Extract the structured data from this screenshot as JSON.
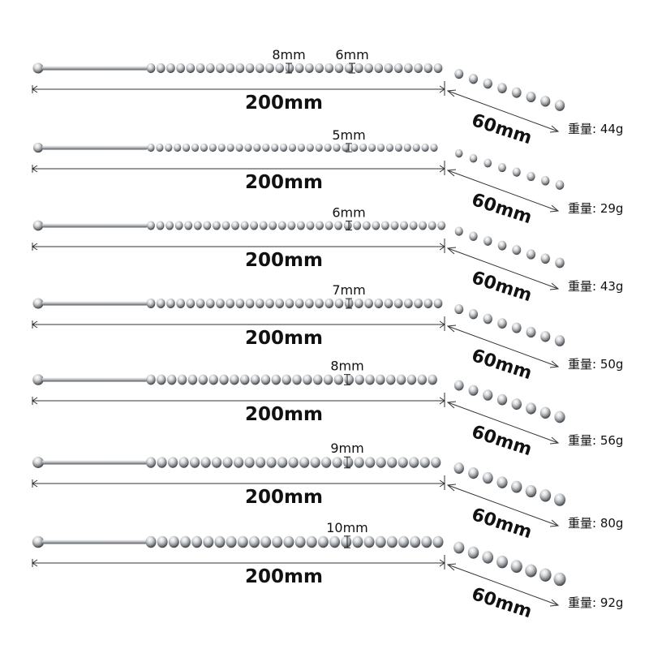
{
  "items": [
    {
      "size_labels": [
        "8mm",
        "6mm"
      ],
      "length_label": "200mm",
      "tip_label": "60mm",
      "weight_label": "重量:  44g",
      "bead_scale": 0.7
    },
    {
      "size_labels": [
        "5mm"
      ],
      "length_label": "200mm",
      "tip_label": "60mm",
      "weight_label": "重量:  29g",
      "bead_scale": 0.5
    },
    {
      "size_labels": [
        "6mm"
      ],
      "length_label": "200mm",
      "tip_label": "60mm",
      "weight_label": "重量:  43g",
      "bead_scale": 0.6
    },
    {
      "size_labels": [
        "7mm"
      ],
      "length_label": "200mm",
      "tip_label": "60mm",
      "weight_label": "重量:  50g",
      "bead_scale": 0.7
    },
    {
      "size_labels": [
        "8mm"
      ],
      "length_label": "200mm",
      "tip_label": "60mm",
      "weight_label": "重量:  56g",
      "bead_scale": 0.8
    },
    {
      "size_labels": [
        "9mm"
      ],
      "length_label": "200mm",
      "tip_label": "60mm",
      "weight_label": "重量:  80g",
      "bead_scale": 0.9
    },
    {
      "size_labels": [
        "10mm"
      ],
      "length_label": "200mm",
      "tip_label": "60mm",
      "weight_label": "重量:  92g",
      "bead_scale": 1.0
    }
  ]
}
